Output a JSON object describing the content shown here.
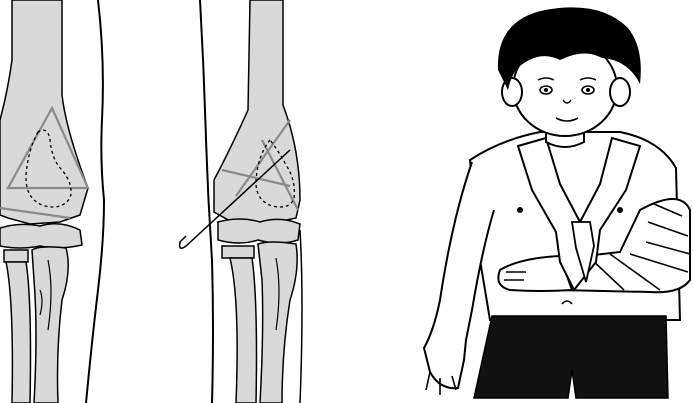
{
  "figure": {
    "panels": [
      {
        "id": "xray-elbow-before",
        "depicts": "elbow-bones-with-fracture-outline"
      },
      {
        "id": "xray-elbow-pinned",
        "depicts": "elbow-bones-with-fixation-wire"
      },
      {
        "id": "child-in-sling",
        "depicts": "boy-with-arm-in-cast-and-triangular-sling"
      }
    ],
    "colors": {
      "bone_fill": "#d9d9d9",
      "ink": "#000000",
      "fracture_line": "#8a8a8a",
      "shorts": "#111111",
      "skin": "#ffffff",
      "hair": "#000000"
    }
  }
}
